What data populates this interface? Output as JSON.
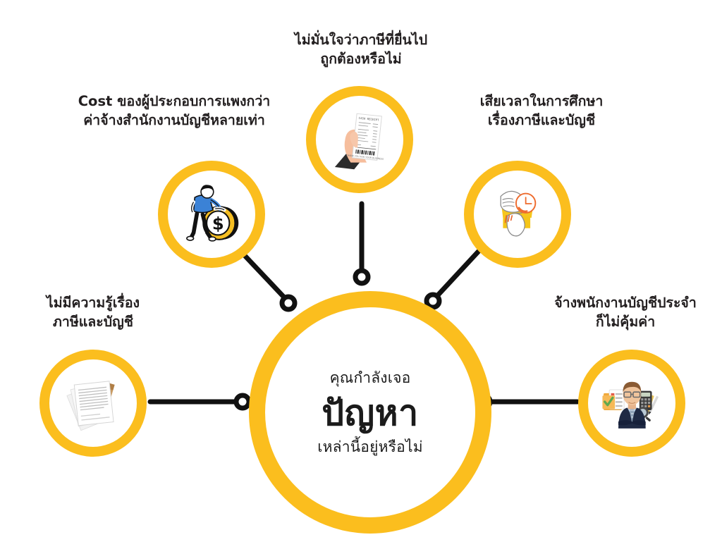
{
  "diagram": {
    "type": "hub-and-spoke",
    "accent_color": "#FBBE1E",
    "connector_color": "#111111",
    "background": "#FFFFFF",
    "center": {
      "line1": "คุณกำลังเจอ",
      "line2": "ปัญหา",
      "line3": "เหล่านี้อยู่หรือไม่",
      "icon": "center-hub"
    },
    "nodes": [
      {
        "id": "receipt",
        "icon": "hand-holding-receipt-icon",
        "position": "top-center",
        "label_lines": [
          "ไม่มั่นใจว่าภาษีที่ยื่นไป",
          "ถูกต้องหรือไม่"
        ]
      },
      {
        "id": "cost",
        "icon": "person-pushing-dollar-coin-icon",
        "position": "top-left",
        "label_lines": [
          "Cost ของผู้ประกอบการแพงกว่า",
          "ค่าจ้างสำนักงานบัญชีหลายเท่า"
        ]
      },
      {
        "id": "time",
        "icon": "hand-with-wristwatch-clock-icon",
        "position": "top-right",
        "label_lines": [
          "เสียเวลาในการศึกษา",
          "เรื่องภาษีและบัญชี"
        ]
      },
      {
        "id": "docs",
        "icon": "documents-with-pencil-icon",
        "position": "left",
        "label_lines": [
          "ไม่มีความรู้เรื่อง",
          "ภาษีและบัญชี"
        ]
      },
      {
        "id": "staff",
        "icon": "accountant-with-calculator-icon",
        "position": "right",
        "label_lines": [
          "จ้างพนักงานบัญชีประจำ",
          "ก็ไม่คุ้มค่า"
        ]
      }
    ]
  }
}
